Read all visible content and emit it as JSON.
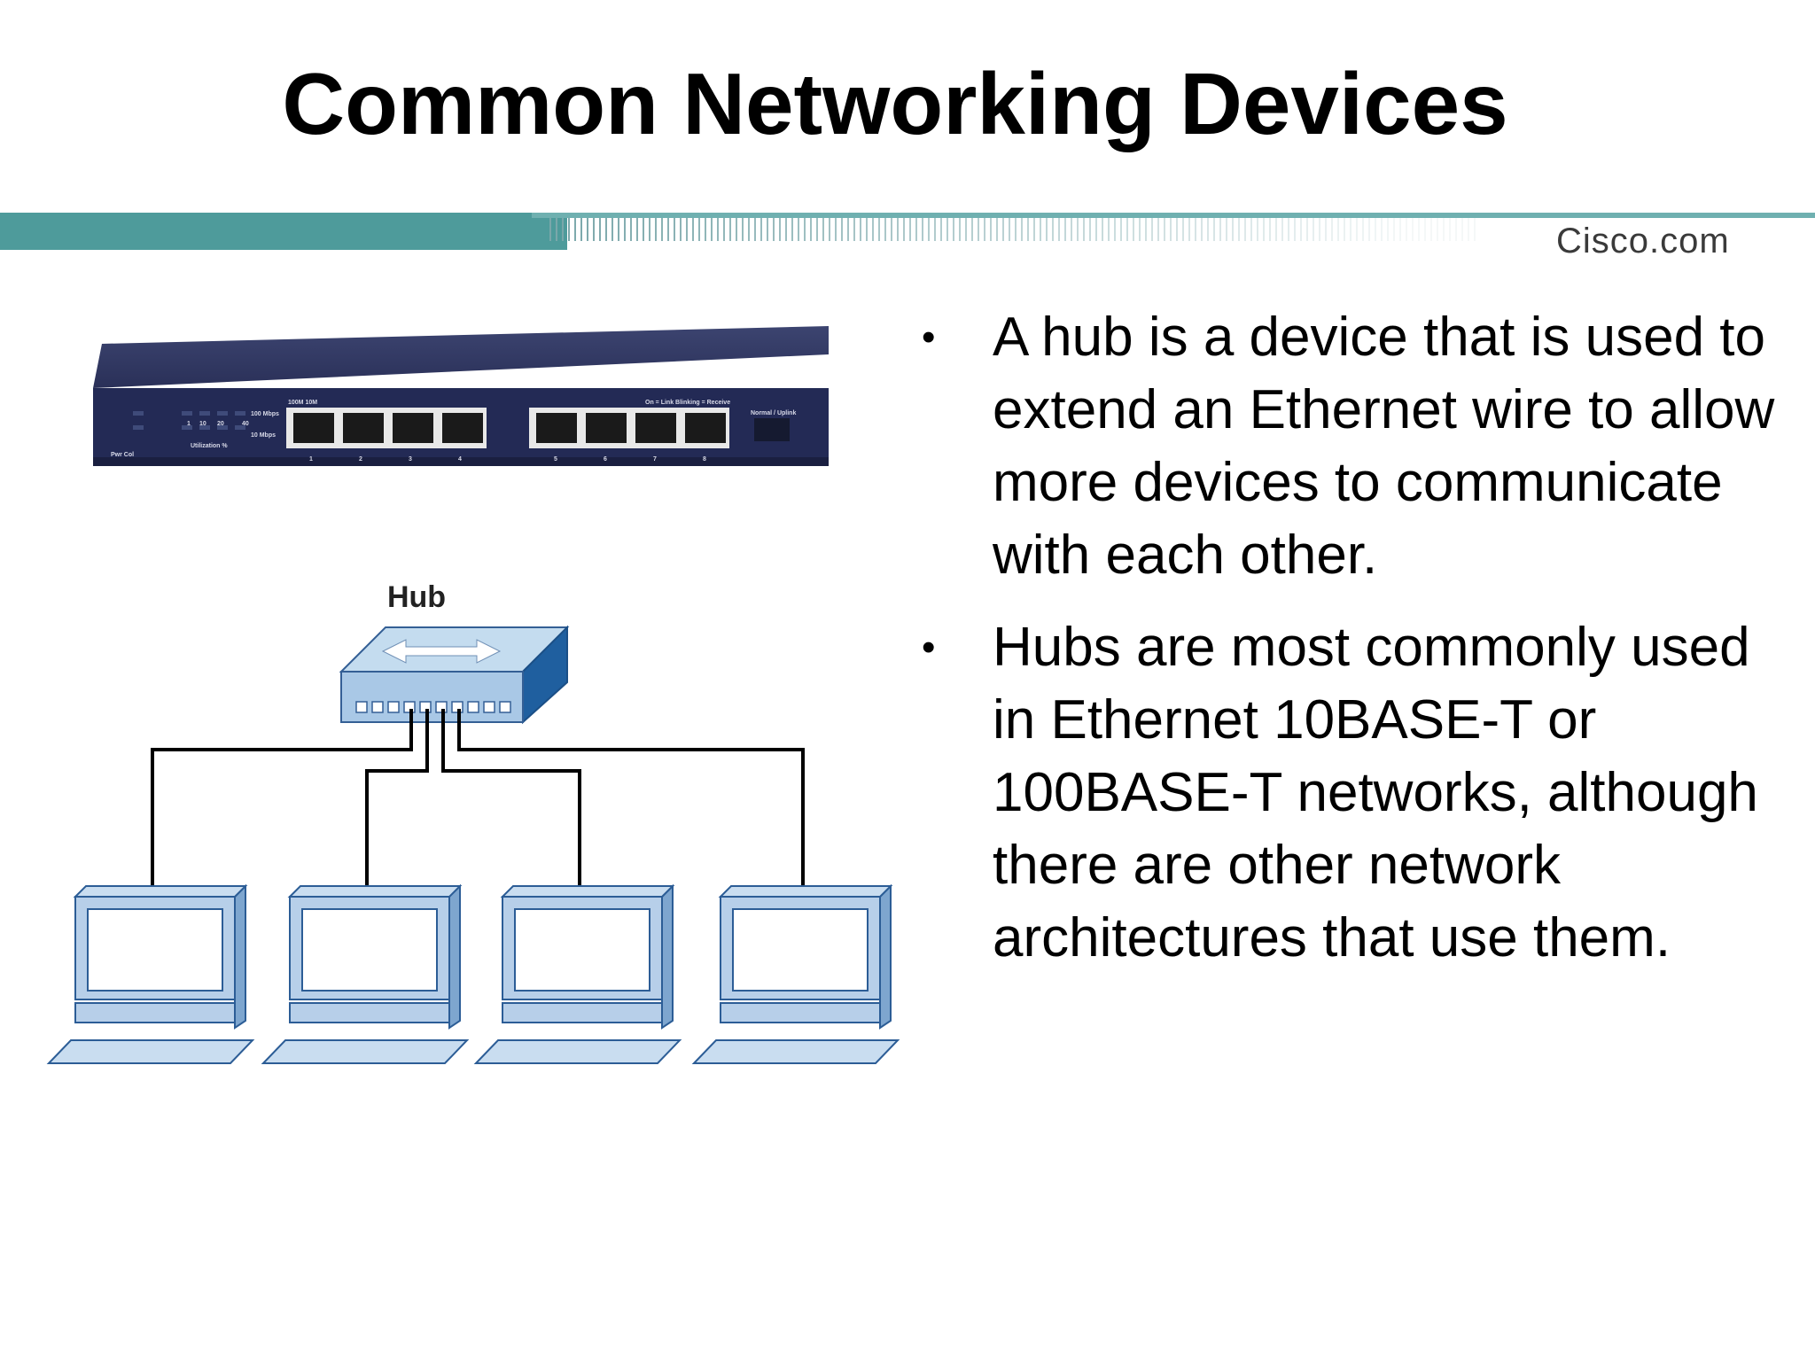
{
  "slide": {
    "title": "Common Networking Devices",
    "brand": "Cisco.com",
    "accent_color": "#4a9a9a"
  },
  "photo": {
    "port_group_1_label": "100M   10M",
    "port_group_2_label": "On = Link  Blinking = Receive",
    "leds": [
      "100 Mbps",
      "40",
      "10 Mbps"
    ],
    "utilization_scale": [
      "1",
      "10",
      "20"
    ],
    "utilization_label": "Utilization %",
    "pwr_col_label": "Pwr  Col",
    "uplink_label": "Normal / Uplink",
    "port_numbers": [
      "1",
      "2",
      "3",
      "4",
      "5",
      "6",
      "7",
      "8"
    ]
  },
  "diagram": {
    "hub_label": "Hub",
    "computer_count": 4
  },
  "bullets": [
    "A hub is a device that is used to extend an Ethernet wire to allow more devices to communicate with each other.",
    "Hubs are most commonly used in Ethernet 10BASE-T or 100BASE-T networks, although there are other network architectures that use them."
  ],
  "bullet_symbol": "•"
}
